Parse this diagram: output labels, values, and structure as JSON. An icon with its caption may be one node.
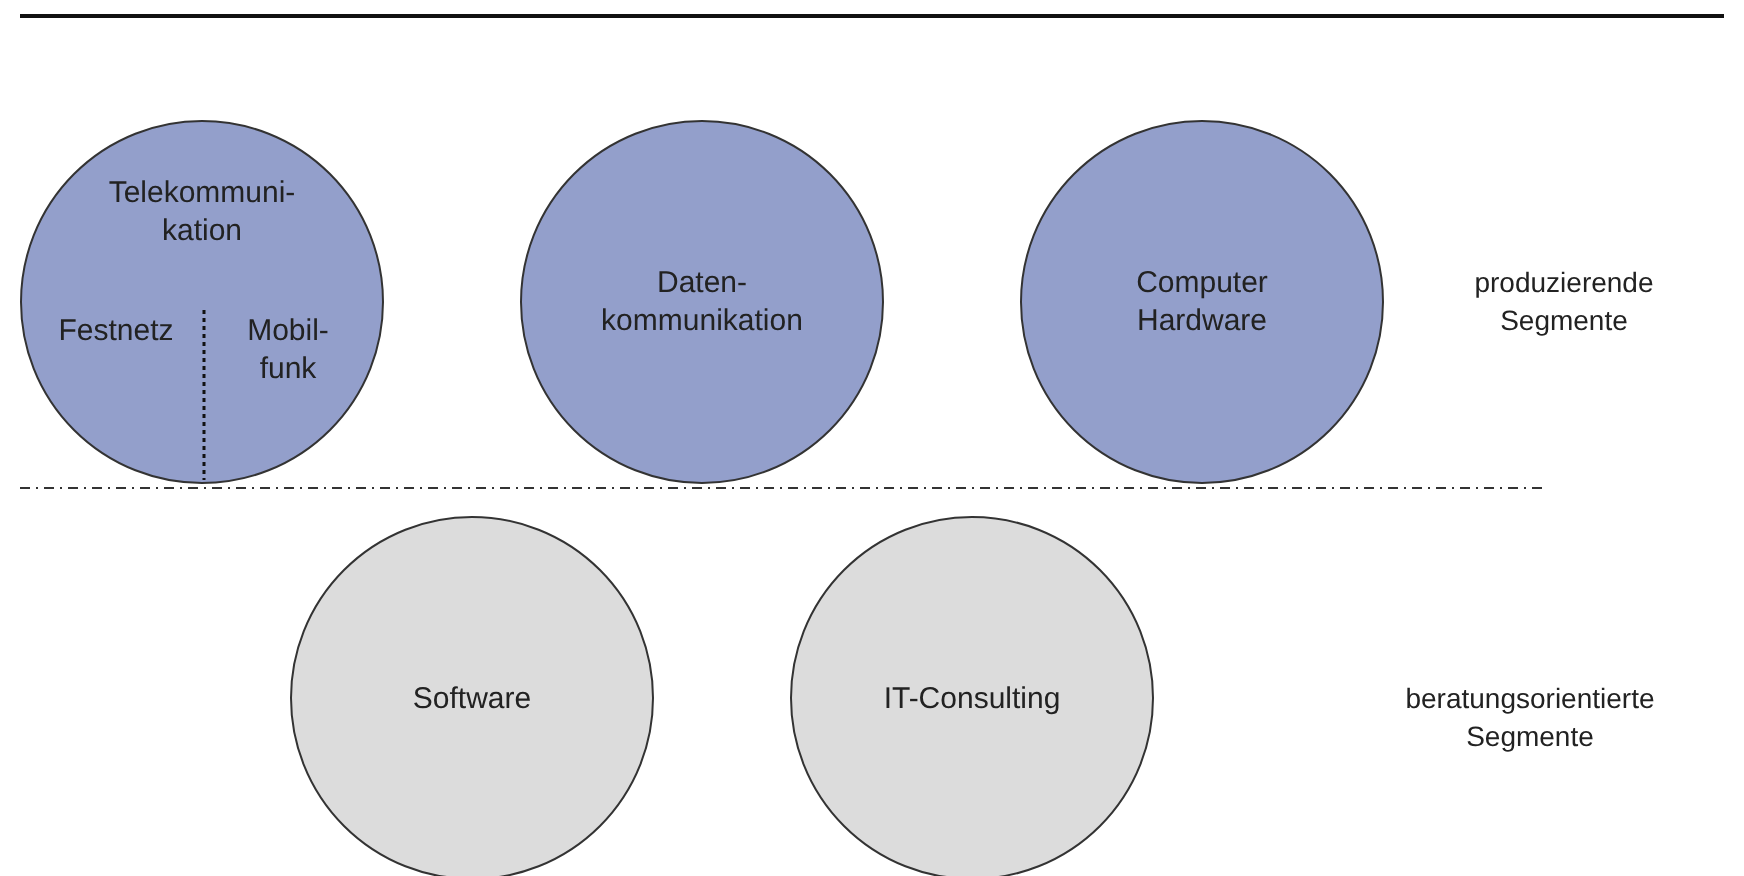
{
  "diagram": {
    "nodes": [
      {
        "text": [
          "Telekommuni- kation",
          "Festnetz",
          "Mobil- funk"
        ]
      },
      {
        "text": [
          "Daten- kommunikation"
        ]
      },
      {
        "text": [
          "Computer Hardware"
        ]
      },
      {
        "text": [
          "Software"
        ]
      },
      {
        "text": [
          "IT-Consulting"
        ]
      }
    ],
    "labels": [
      "produzierende Segmente",
      "beratungsorientierte Segmente"
    ]
  }
}
